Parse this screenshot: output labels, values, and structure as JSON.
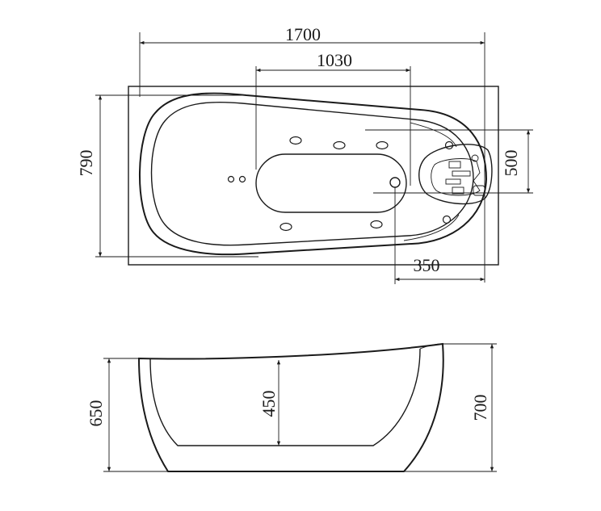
{
  "top_view": {
    "dimensions": {
      "overall_length": "1700",
      "headrest_to_drain": "1030",
      "overall_width": "790",
      "pillow_width": "500",
      "pillow_to_end": "350"
    }
  },
  "side_view": {
    "dimensions": {
      "rim_height_low": "650",
      "interior_depth": "450",
      "rim_height_high": "700"
    }
  }
}
